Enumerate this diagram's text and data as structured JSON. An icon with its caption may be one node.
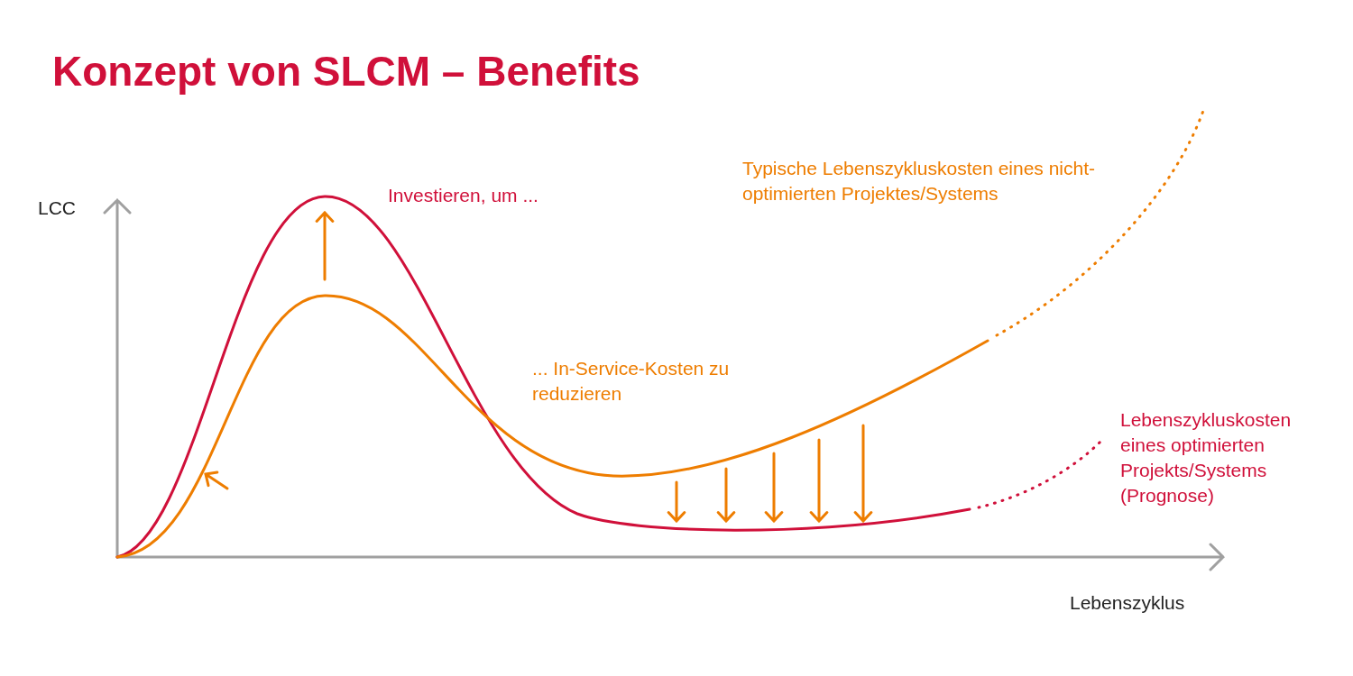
{
  "diagram": {
    "title": "Konzept von SLCM – Benefits",
    "labels": [
      "LCC",
      "Investieren, um ...",
      "Typische Lebenszykluskosten eines nicht-optimierten Projektes/Systems",
      "... In-Service-Kosten zu reduzieren",
      "Lebenszykluskosten eines optimierten Projekts/Systems (Prognose)",
      "Lebenszyklus"
    ]
  }
}
